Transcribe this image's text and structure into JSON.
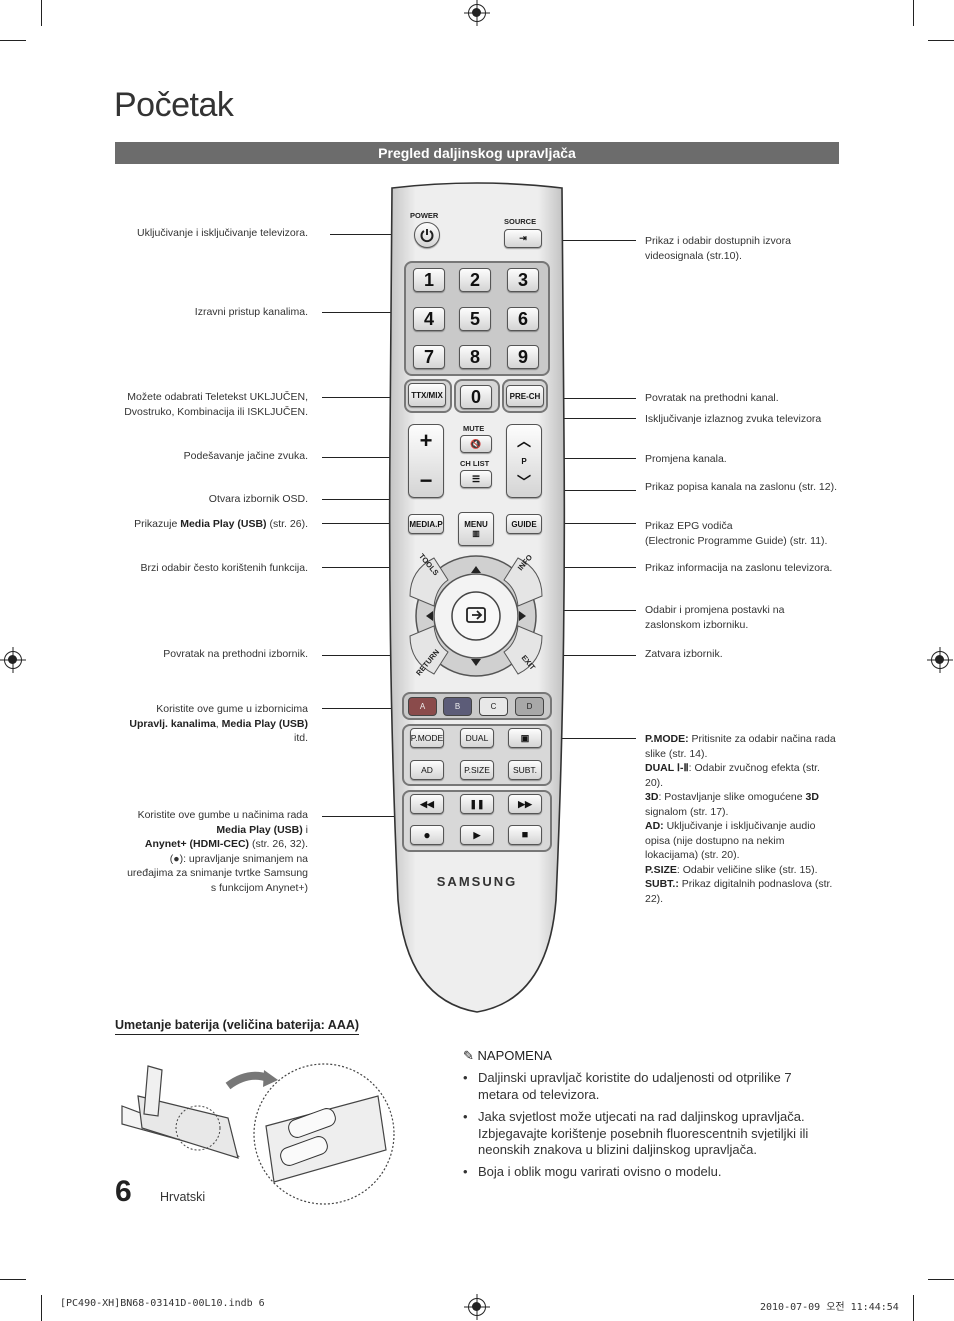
{
  "page": {
    "title": "Početak",
    "section_bar": "Pregled daljinskog upravljača",
    "page_number": "6",
    "language": "Hrvatski"
  },
  "left_labels": {
    "power": "Uključivanje i isključivanje televizora.",
    "numbers": "Izravni pristup kanalima.",
    "ttx": "Možete odabrati Teletekst UKLJUČEN, Dvostruko, Kombinacija ili ISKLJUČEN.",
    "volume": "Podešavanje jačine zvuka.",
    "menu": "Otvara izbornik OSD.",
    "mediap_pre": "Prikazuje ",
    "mediap_bold": "Media Play (USB)",
    "mediap_post": " (str. 26).",
    "tools": "Brzi odabir često korištenih funkcija.",
    "return": "Povratak na prethodni izbornik.",
    "color_1": "Koristite ove gume u izbornicima",
    "color_2a": "Upravlj. kanalima",
    "color_2b": ", ",
    "color_2c": "Media Play (USB)",
    "color_3": "itd.",
    "playback_1": "Koristite ove gumbe u načinima rada",
    "playback_2a": "Media Play (USB)",
    "playback_2b": " i",
    "playback_3a": "Anynet+ (HDMI-CEC)",
    "playback_3b": " (str. 26, 32).",
    "playback_4": "(●): upravljanje snimanjem na",
    "playback_5": "uređajima za snimanje tvrtke Samsung",
    "playback_6": "s funkcijom Anynet+)"
  },
  "right_labels": {
    "source_1": "Prikaz i odabir dostupnih izvora",
    "source_2": "videosignala (str.10).",
    "prech": "Povratak na prethodni kanal.",
    "mute": "Isključivanje izlaznog zvuka televizora",
    "channel": "Promjena kanala.",
    "chlist": "Prikaz popisa kanala na zaslonu (str. 12).",
    "guide_1": "Prikaz EPG vodiča",
    "guide_2": "(Electronic Programme Guide) (str. 11).",
    "info": "Prikaz informacija na zaslonu televizora.",
    "nav_1": "Odabir i promjena postavki na",
    "nav_2": "zaslonskom izborniku.",
    "exit": "Zatvara izbornik.",
    "pmode_b": "P.MODE:",
    "pmode_t": " Pritisnite za odabir načina rada slike (str. 14).",
    "dual_b": "DUAL Ⅰ-Ⅱ",
    "dual_t": ": Odabir zvučnog efekta (str. 20).",
    "three_d_b": "3D",
    "three_d_t": ": Postavljanje slike omogućene ",
    "three_d_b2": "3D",
    "three_d_t2": " signalom (str. 17).",
    "ad_b": "AD:",
    "ad_t": " Uključivanje i isključivanje audio opisa (nije dostupno na nekim lokacijama) (str. 20).",
    "psize_b": "P.SIZE",
    "psize_t": ": Odabir veličine slike (str. 15).",
    "subt_b": "SUBT.:",
    "subt_t": " Prikaz digitalnih podnaslova (str. 22)."
  },
  "remote": {
    "power": "POWER",
    "source": "SOURCE",
    "numbers": [
      "1",
      "2",
      "3",
      "4",
      "5",
      "6",
      "7",
      "8",
      "9",
      "0"
    ],
    "ttx": "TTX/MIX",
    "prech": "PRE-CH",
    "mute": "MUTE",
    "chlist": "CH LIST",
    "p": "P",
    "mediap": "MEDIA.P",
    "menu": "MENU",
    "guide": "GUIDE",
    "tools": "TOOLS",
    "info": "INFO",
    "return": "RETURN",
    "exit": "EXIT",
    "colors": [
      "A",
      "B",
      "C",
      "D"
    ],
    "pmode": "P.MODE",
    "dual": "DUAL",
    "ad": "AD",
    "psize": "P.SIZE",
    "subt": "SUBT.",
    "brand": "SAMSUNG",
    "color_hex": [
      "#8a4b4b",
      "#5c5c78",
      "#e8e8e8",
      "#a8a8a8"
    ]
  },
  "battery": {
    "title": "Umetanje baterija (veličina baterija: AAA)"
  },
  "note": {
    "heading": "NAPOMENA",
    "items": [
      "Daljinski upravljač koristite do udaljenosti od otprilike 7 metara od televizora.",
      "Jaka svjetlost može utjecati na rad daljinskog upravljača. Izbjegavajte korištenje posebnih fluorescentnih svjetiljki ili neonskih znakova u blizini daljinskog upravljača.",
      "Boja i oblik mogu varirati ovisno o modelu."
    ]
  },
  "footer": {
    "left": "[PC490-XH]BN68-03141D-00L10.indb   6",
    "right": "2010-07-09   오전 11:44:54"
  }
}
